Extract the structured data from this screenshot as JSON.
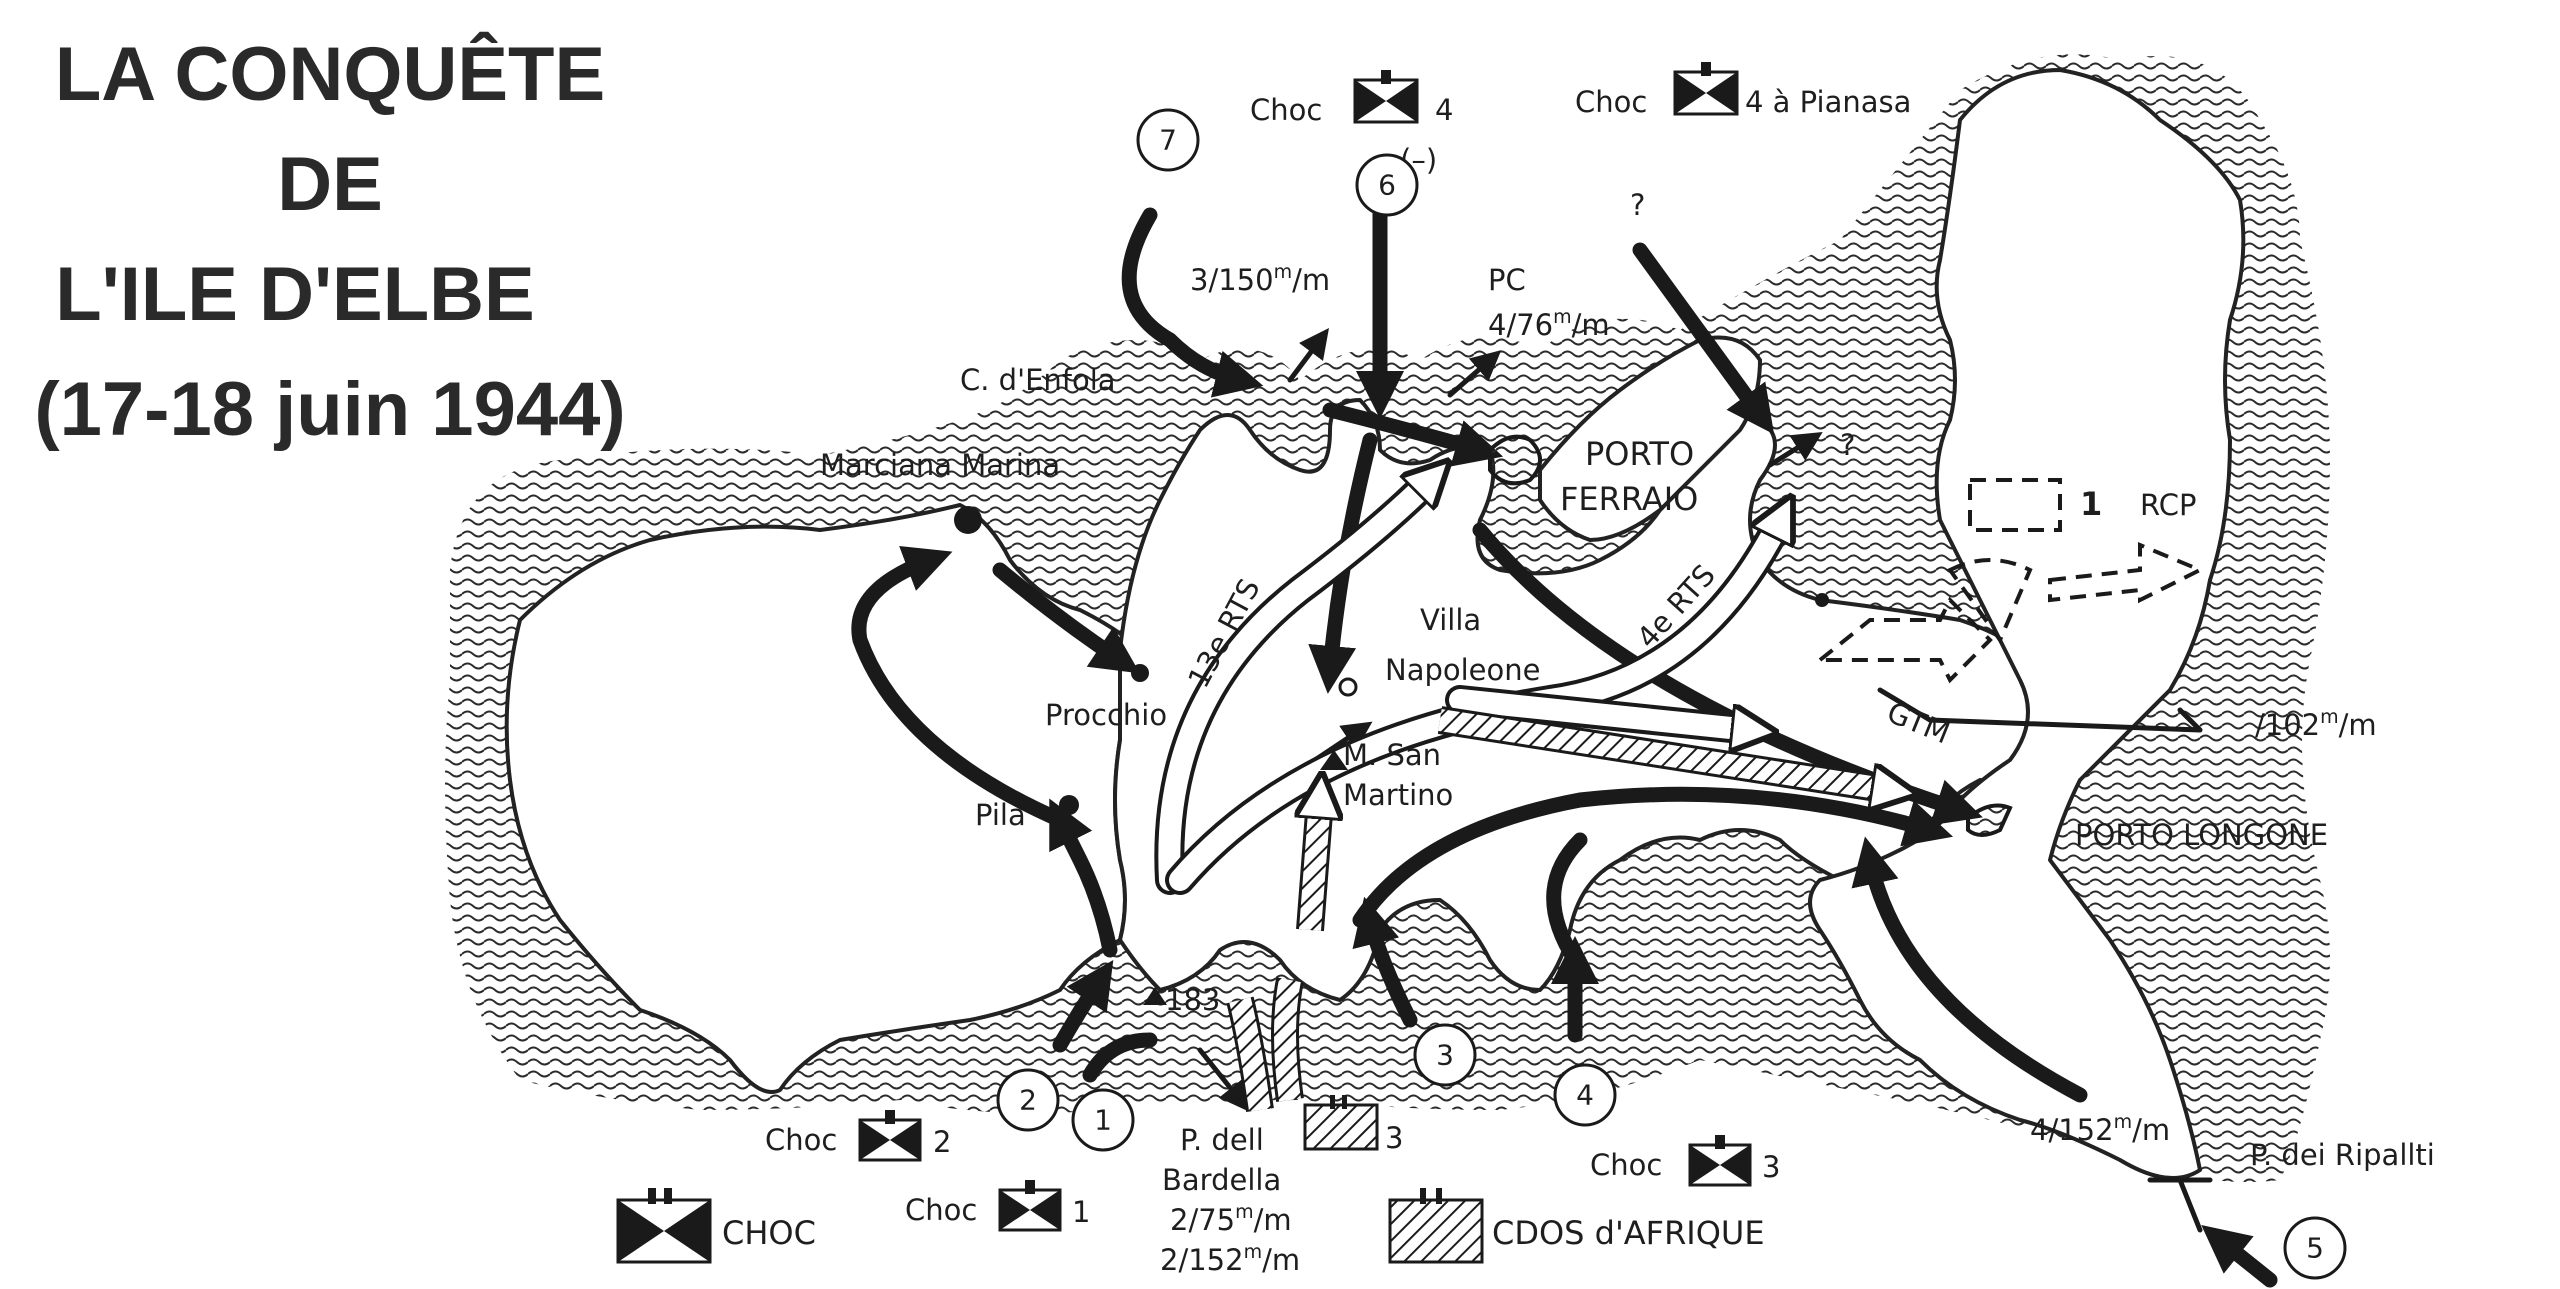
{
  "title": {
    "lines": [
      "LA CONQUÊTE",
      "DE",
      "L'ILE D'ELBE",
      "(17-18 juin 1944)"
    ]
  },
  "places": {
    "marciana_marina": "Marciana Marina",
    "c_enfola": "C. d'Enfola",
    "procchio": "Procchio",
    "pila": "Pila",
    "porto": "PORTO",
    "ferraio": "FERRAIO",
    "villa": "Villa",
    "napoleone": "Napoleone",
    "m_san": "M. San",
    "martino": "Martino",
    "porto_longone": "PORTO LONGONE",
    "p_dell": "P. dell",
    "bardella": "Bardella",
    "p_dei_ripallti": "P. dei Ripallti",
    "height_183": "183"
  },
  "units": {
    "choc4_top": "Choc",
    "choc4_top_n": "4",
    "choc4_pianasa": "Choc",
    "choc4_pianasa_n": "4 à Pianasa",
    "six_minus": "(–)",
    "pc": "PC",
    "bat_3_150": "3/150",
    "bat_4_76": "4/76",
    "bat_4_152": "4/152",
    "bat_102": "/102",
    "bat_2_75": "2/75",
    "bat_2_152": "2/152",
    "mm_sup": "m",
    "mm_tail": "/m",
    "rts13": "13e RTS",
    "rts4": "4e RTS",
    "gtm": "GTM",
    "rcp_n": "1",
    "rcp": "RCP",
    "question1": "?",
    "question2": "?",
    "choc2": "Choc",
    "choc2_n": "2",
    "choc1": "Choc",
    "choc1_n": "1",
    "choc3_left_n": "3",
    "choc3": "Choc",
    "choc3_n": "3"
  },
  "landings": [
    "1",
    "2",
    "3",
    "4",
    "5",
    "6",
    "7"
  ],
  "legend": {
    "choc": "CHOC",
    "cdos": "CDOS d'AFRIQUE"
  }
}
